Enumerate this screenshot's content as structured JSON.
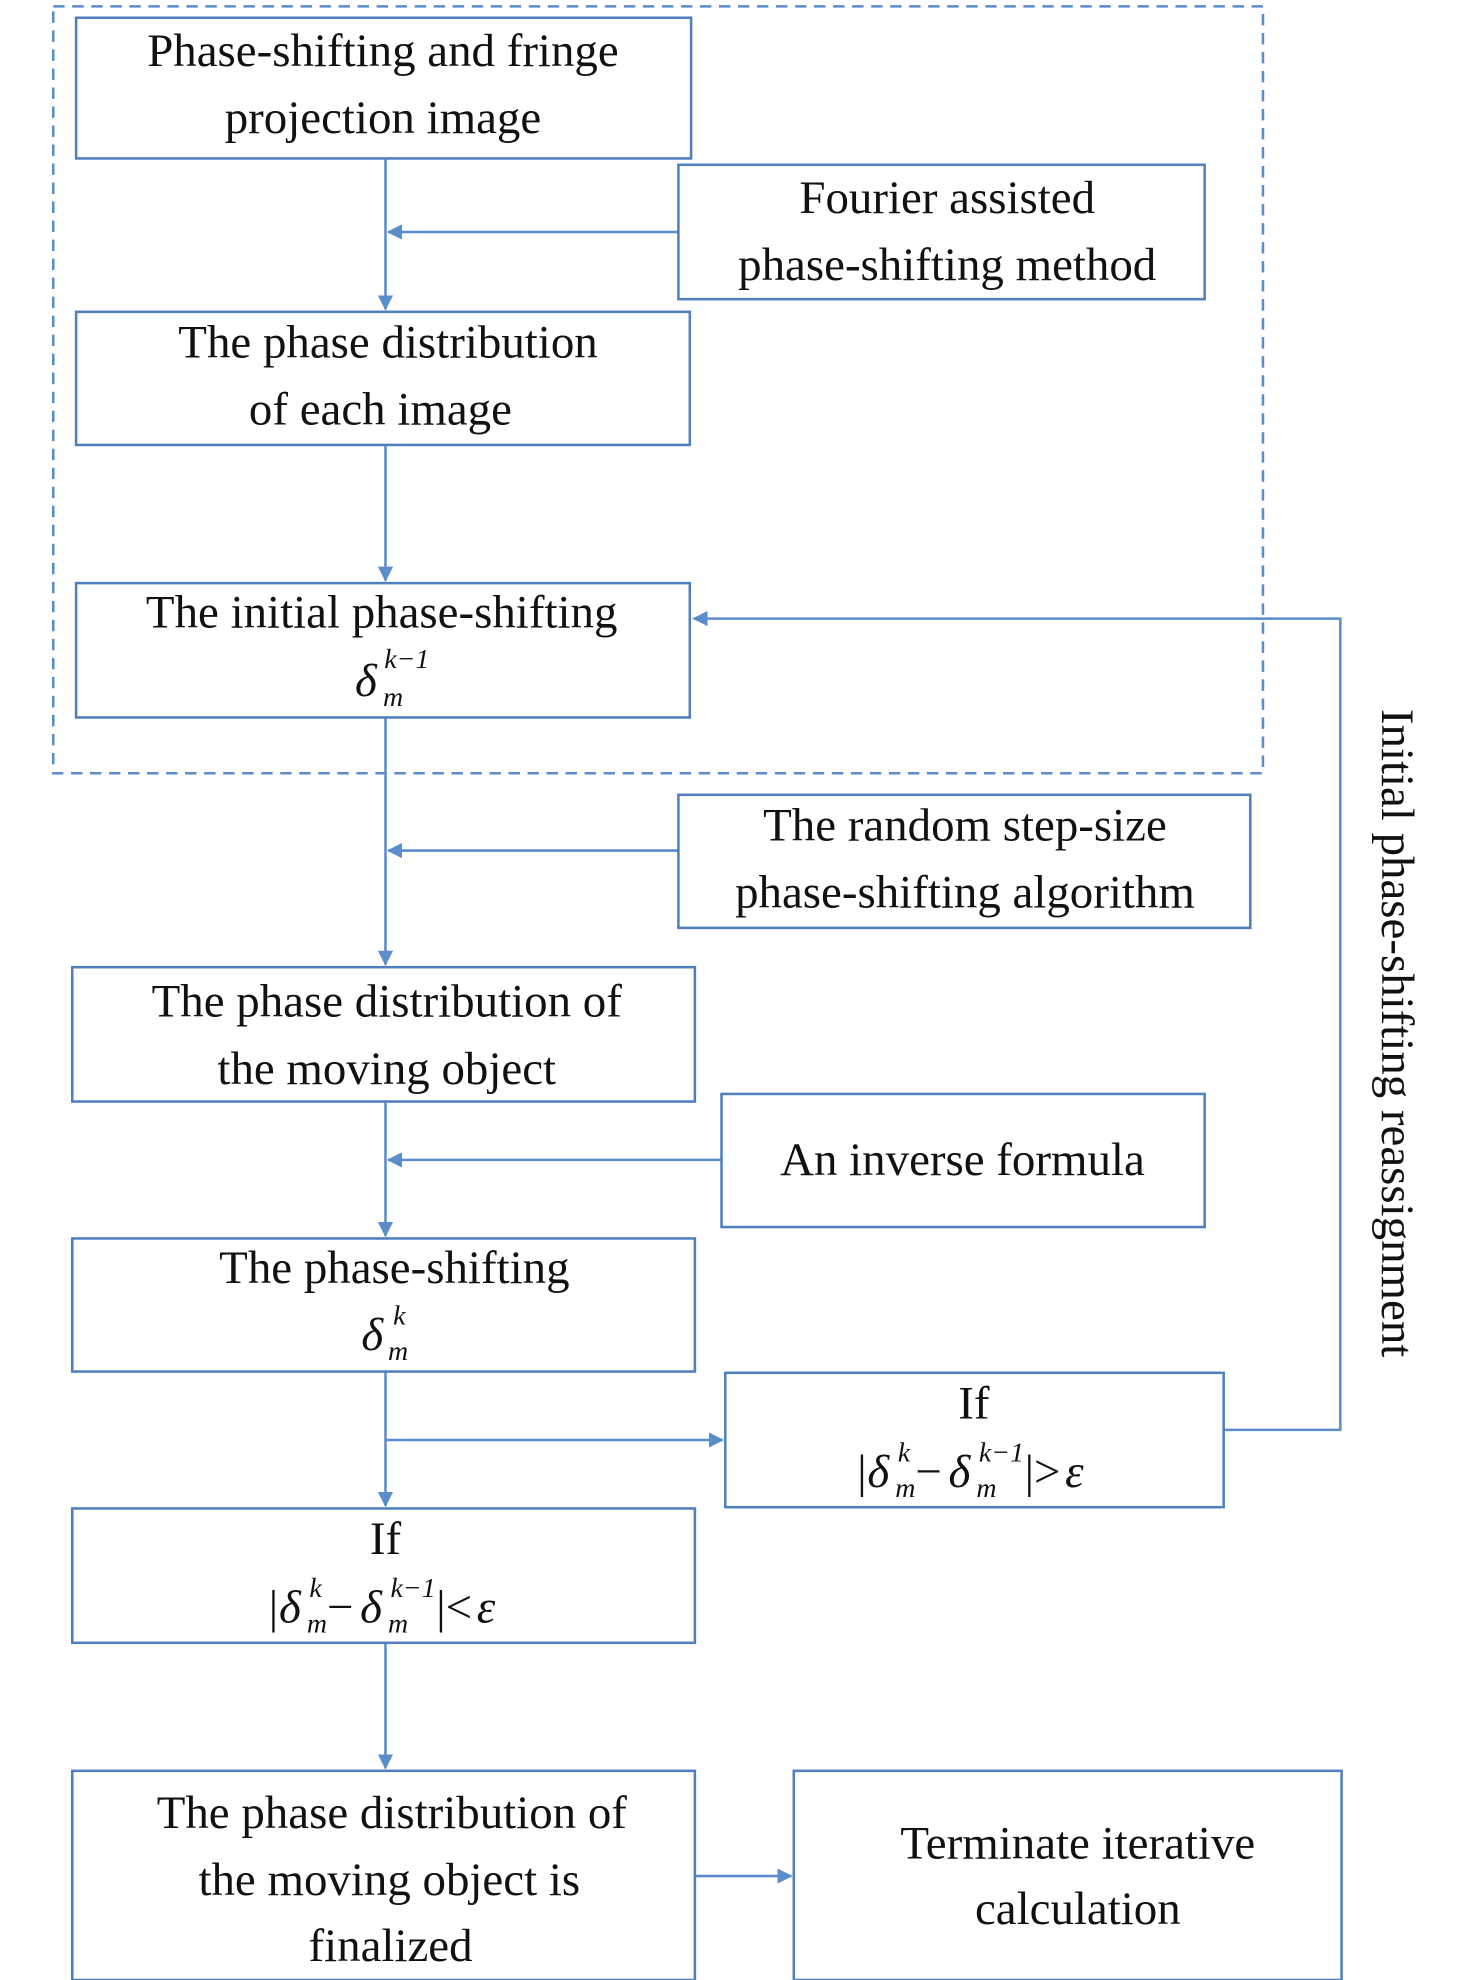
{
  "colors": {
    "box_stroke": "#4f7fbd",
    "arrow": "#5b8ccc",
    "text": "#111111"
  },
  "nodes": {
    "image": [
      "Phase-shifting and fringe",
      "projection image"
    ],
    "fourier": [
      "Fourier assisted",
      "phase-shifting method"
    ],
    "each_phase": [
      "The phase distribution",
      "of each image"
    ],
    "initial": {
      "line1": "The initial phase-shifting",
      "sym": "δ",
      "sub": "m",
      "sup": "k−1"
    },
    "random": [
      "The random step-size",
      "phase-shifting algorithm"
    ],
    "moving": [
      "The phase distribution of",
      "the moving object"
    ],
    "inverse": "An inverse formula",
    "shift": {
      "line1": "The phase-shifting",
      "sym": "δ",
      "sub": "m",
      "sup": "k"
    },
    "if_greater": {
      "line1": "If",
      "bar_open": "|",
      "sym": "δ",
      "sub": "m",
      "sup1": "k",
      "minus": "−",
      "sup2": "k−1",
      "rel": "|>",
      "eps": "ε"
    },
    "if_less": {
      "line1": "If",
      "bar_open": "|",
      "sym": "δ",
      "sub": "m",
      "sup1": "k",
      "minus": "−",
      "sup2": "k−1",
      "rel": "|<",
      "eps": "ε"
    },
    "final": [
      "The phase distribution of",
      "the moving object is",
      "finalized"
    ],
    "terminate": [
      "Terminate iterative",
      "calculation"
    ]
  },
  "feedback_label": "Initial phase-shifting reassignment"
}
